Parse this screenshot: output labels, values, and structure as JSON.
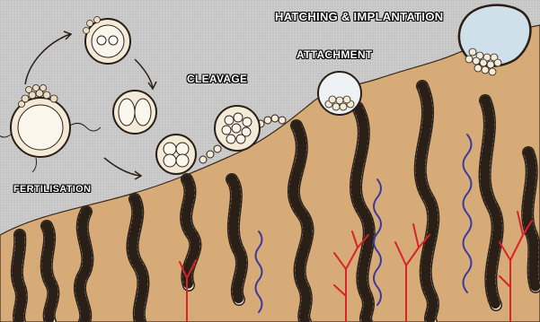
{
  "labels": {
    "hatching": "HATCHING & IMPLANTATION",
    "attachment": "ATTACHMENT",
    "cleavage": "CLEAVAGE",
    "fertilisation": "FERTILISATION"
  },
  "colors": {
    "background": "#c9c9c9",
    "endometrium": "#d7ab78",
    "gland_cells": "#f4ead8",
    "outline": "#2a1f16",
    "artery": "#d8232a",
    "vein": "#3b3b9c",
    "cavity": "#cfe0ea"
  }
}
